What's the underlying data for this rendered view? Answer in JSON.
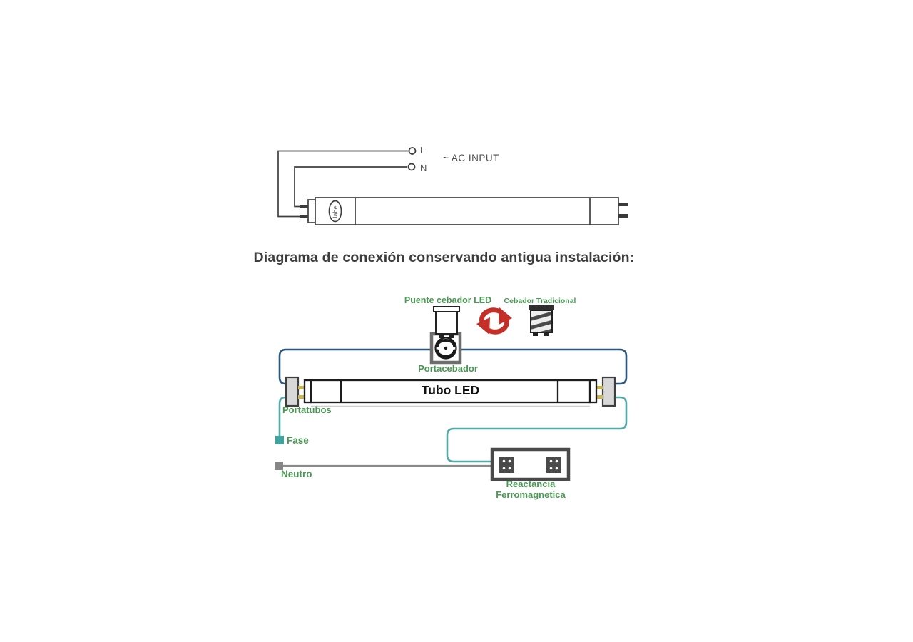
{
  "title": "Diagrama de conexión conservando antigua instalación:",
  "top_diagram": {
    "line_label": "L",
    "neutral_label": "N",
    "ac_input_label": "~ AC INPUT",
    "tube_cap_label": "label"
  },
  "bottom_diagram": {
    "puente_cebador_led": "Puente cebador LED",
    "cebador_tradicional": "Cebador Tradicional",
    "portacebador": "Portacebador",
    "tubo_led": "Tubo LED",
    "portatubos": "Portatubos",
    "fase": "Fase",
    "neutro": "Neutro",
    "reactancia_line1": "Reactancia",
    "reactancia_line2": "Ferromagnetica"
  },
  "icons": {
    "swap_arrows": "swap-arrows-icon",
    "led_starter_bridge": "led-starter-bridge-icon",
    "traditional_starter": "traditional-starter-icon",
    "starter_socket": "starter-socket-icon",
    "tube_socket": "tube-socket-icon",
    "ballast": "ferromagnetic-ballast-icon",
    "ac_terminals": "ac-terminal-circles"
  },
  "colors": {
    "label_green": "#4a9854",
    "wire_blue": "#2c567c",
    "wire_teal": "#53aaa6",
    "wire_gray": "#8a8a8a",
    "pin_yellow": "#cab450",
    "swap_red": "#c43028",
    "title_text": "#3d3d3d"
  }
}
